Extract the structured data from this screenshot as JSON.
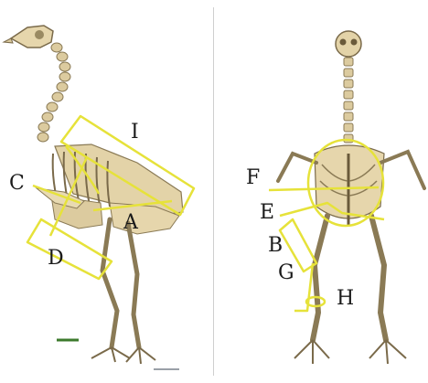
{
  "colors": {
    "bone": "#e3d3a8",
    "bone_dark": "#a6936a",
    "bone_shadow": "#7a6a4a",
    "highlight": "#e6e23a",
    "label": "#1a1a1a",
    "background": "#ffffff"
  },
  "labels": {
    "a": "A",
    "b": "B",
    "c": "C",
    "d": "D",
    "e": "E",
    "f": "F",
    "g": "G",
    "h": "H",
    "i": "I"
  }
}
